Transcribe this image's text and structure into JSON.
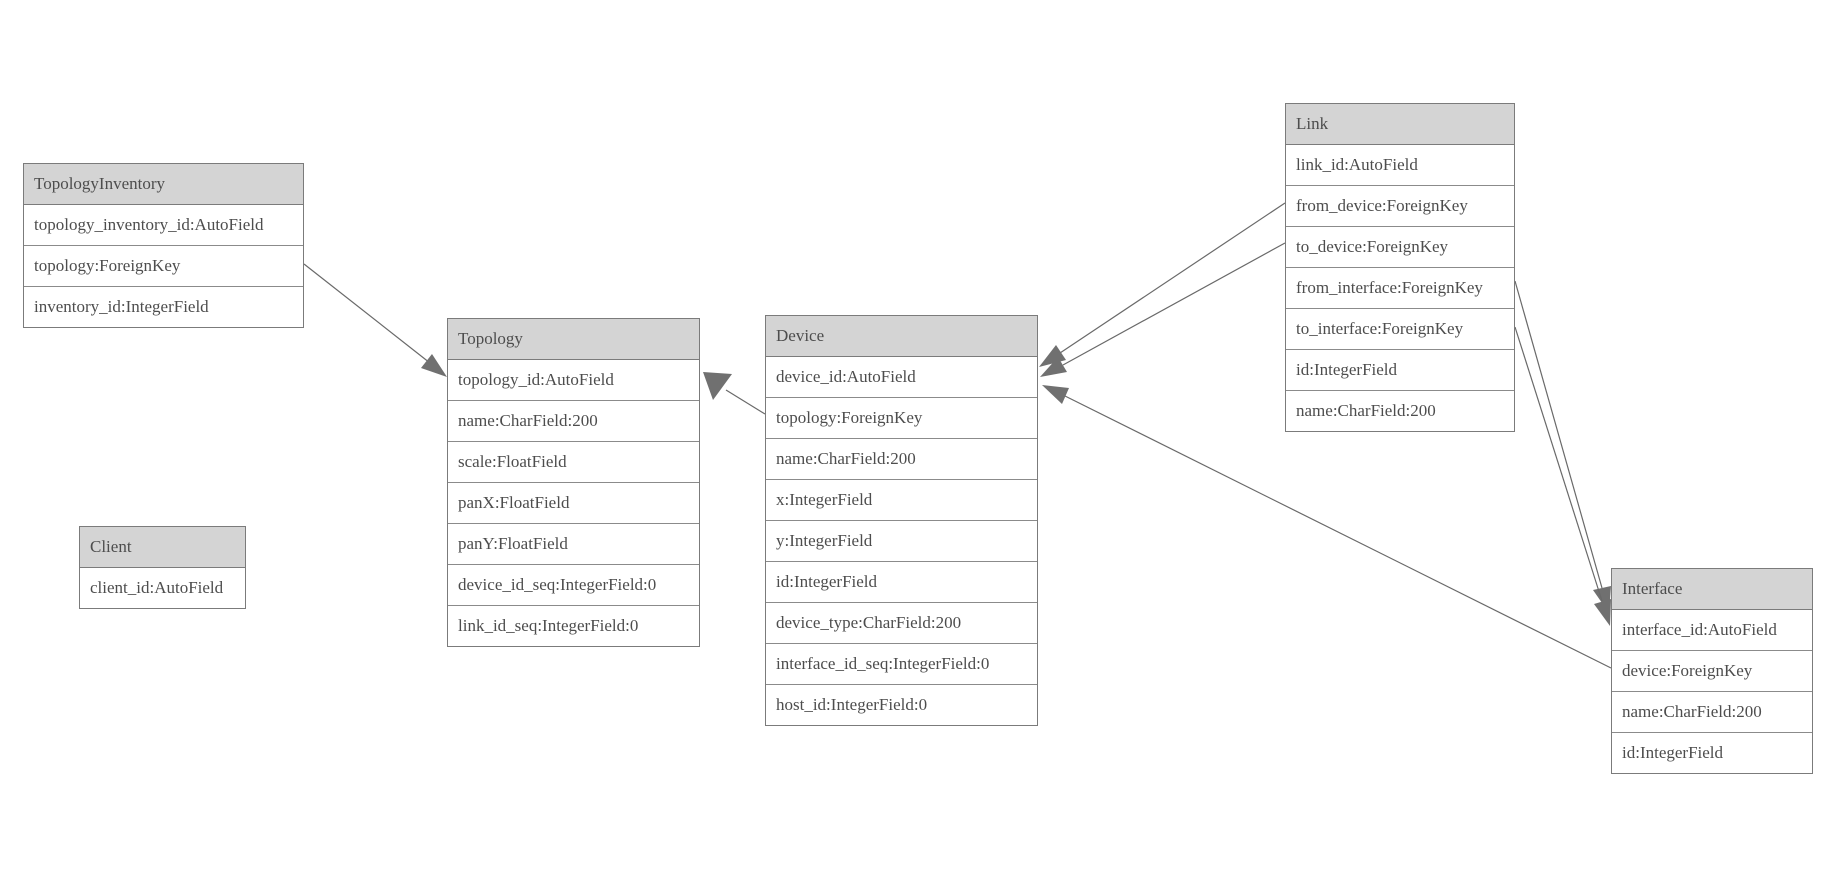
{
  "diagram": {
    "kind": "database-model-diagram",
    "colors": {
      "background": "#ffffff",
      "entity_header_bg": "#d4d4d4",
      "entity_border": "#7b7b7b",
      "text": "#4d4d4d",
      "edge_line": "#696969",
      "arrowhead": "#707070"
    }
  },
  "entities": {
    "topology_inventory": {
      "title": "TopologyInventory",
      "fields": [
        "topology_inventory_id:AutoField",
        "topology:ForeignKey",
        "inventory_id:IntegerField"
      ]
    },
    "topology": {
      "title": "Topology",
      "fields": [
        "topology_id:AutoField",
        "name:CharField:200",
        "scale:FloatField",
        "panX:FloatField",
        "panY:FloatField",
        "device_id_seq:IntegerField:0",
        "link_id_seq:IntegerField:0"
      ]
    },
    "client": {
      "title": "Client",
      "fields": [
        "client_id:AutoField"
      ]
    },
    "device": {
      "title": "Device",
      "fields": [
        "device_id:AutoField",
        "topology:ForeignKey",
        "name:CharField:200",
        "x:IntegerField",
        "y:IntegerField",
        "id:IntegerField",
        "device_type:CharField:200",
        "interface_id_seq:IntegerField:0",
        "host_id:IntegerField:0"
      ]
    },
    "link": {
      "title": "Link",
      "fields": [
        "link_id:AutoField",
        "from_device:ForeignKey",
        "to_device:ForeignKey",
        "from_interface:ForeignKey",
        "to_interface:ForeignKey",
        "id:IntegerField",
        "name:CharField:200"
      ]
    },
    "interface": {
      "title": "Interface",
      "fields": [
        "interface_id:AutoField",
        "device:ForeignKey",
        "name:CharField:200",
        "id:IntegerField"
      ]
    }
  },
  "relationships": [
    {
      "from": "TopologyInventory.topology",
      "to": "Topology"
    },
    {
      "from": "Device.topology",
      "to": "Topology"
    },
    {
      "from": "Link.from_device",
      "to": "Device"
    },
    {
      "from": "Link.to_device",
      "to": "Device"
    },
    {
      "from": "Link.from_interface",
      "to": "Interface"
    },
    {
      "from": "Link.to_interface",
      "to": "Interface"
    },
    {
      "from": "Interface.device",
      "to": "Device"
    }
  ]
}
